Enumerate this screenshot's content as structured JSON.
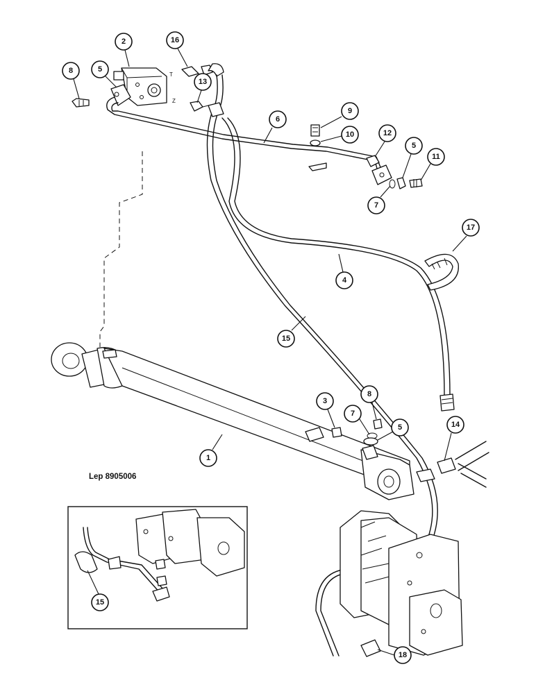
{
  "drawing": {
    "reference": "Lep 8905006",
    "port_labels": [
      "T",
      "Z"
    ]
  },
  "callouts": [
    {
      "id": "c2",
      "label": "2"
    },
    {
      "id": "c16",
      "label": "16"
    },
    {
      "id": "c8a",
      "label": "8"
    },
    {
      "id": "c5a",
      "label": "5"
    },
    {
      "id": "c13",
      "label": "13"
    },
    {
      "id": "c6",
      "label": "6"
    },
    {
      "id": "c9",
      "label": "9"
    },
    {
      "id": "c10",
      "label": "10"
    },
    {
      "id": "c12",
      "label": "12"
    },
    {
      "id": "c5b",
      "label": "5"
    },
    {
      "id": "c11",
      "label": "11"
    },
    {
      "id": "c7a",
      "label": "7"
    },
    {
      "id": "c17",
      "label": "17"
    },
    {
      "id": "c4",
      "label": "4"
    },
    {
      "id": "c15a",
      "label": "15"
    },
    {
      "id": "c3",
      "label": "3"
    },
    {
      "id": "c8b",
      "label": "8"
    },
    {
      "id": "c7b",
      "label": "7"
    },
    {
      "id": "c5c",
      "label": "5"
    },
    {
      "id": "c14",
      "label": "14"
    },
    {
      "id": "c1",
      "label": "1"
    },
    {
      "id": "c15b",
      "label": "15"
    },
    {
      "id": "c18",
      "label": "18"
    }
  ]
}
